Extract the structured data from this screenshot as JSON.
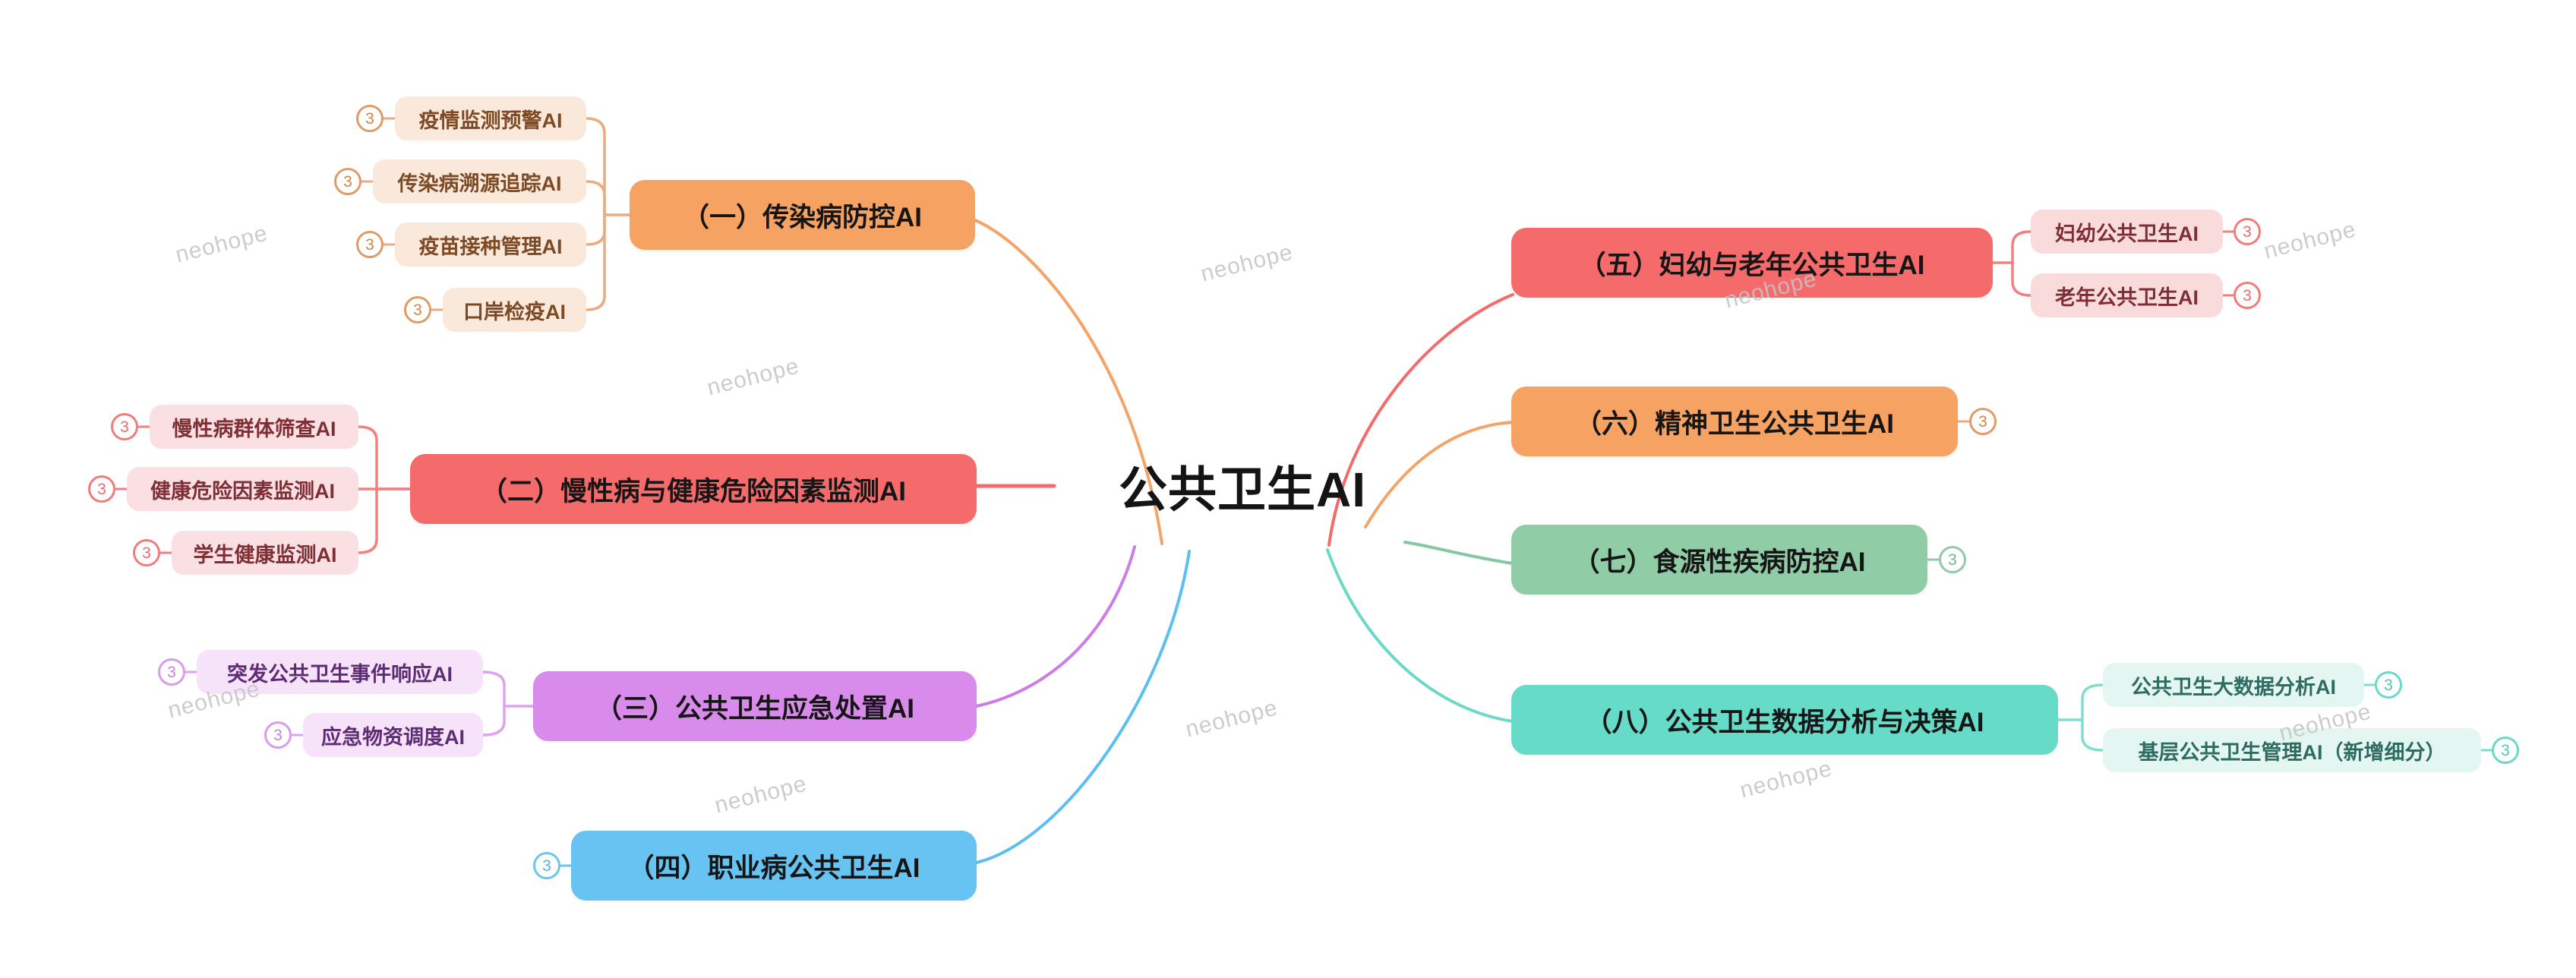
{
  "watermark_text": "neohope",
  "center": {
    "title": "公共卫生AI"
  },
  "accent_colors": {
    "orange": "#F6A263",
    "red": "#F56A6A",
    "purple": "#D98BEC",
    "blue": "#67C3F2",
    "green": "#90CCA6",
    "teal": "#66DBC8"
  },
  "branches": [
    {
      "label": "（一）传染病防控AI",
      "side": "left",
      "color": "#F6A263",
      "badge": null,
      "children": [
        {
          "label": "疫情监测预警AI",
          "badge": "3"
        },
        {
          "label": "传染病溯源追踪AI",
          "badge": "3"
        },
        {
          "label": "疫苗接种管理AI",
          "badge": "3"
        },
        {
          "label": "口岸检疫AI",
          "badge": "3"
        }
      ]
    },
    {
      "label": "（二）慢性病与健康危险因素监测AI",
      "side": "left",
      "color": "#F56A6A",
      "badge": null,
      "children": [
        {
          "label": "慢性病群体筛查AI",
          "badge": "3"
        },
        {
          "label": "健康危险因素监测AI",
          "badge": "3"
        },
        {
          "label": "学生健康监测AI",
          "badge": "3"
        }
      ]
    },
    {
      "label": "（三）公共卫生应急处置AI",
      "side": "left",
      "color": "#D98BEC",
      "badge": null,
      "children": [
        {
          "label": "突发公共卫生事件响应AI",
          "badge": "3"
        },
        {
          "label": "应急物资调度AI",
          "badge": "3"
        }
      ]
    },
    {
      "label": "（四）职业病公共卫生AI",
      "side": "left",
      "color": "#67C3F2",
      "badge": "3",
      "children": []
    },
    {
      "label": "（五）妇幼与老年公共卫生AI",
      "side": "right",
      "color": "#F56A6A",
      "badge": null,
      "children": [
        {
          "label": "妇幼公共卫生AI",
          "badge": "3"
        },
        {
          "label": "老年公共卫生AI",
          "badge": "3"
        }
      ]
    },
    {
      "label": "（六）精神卫生公共卫生AI",
      "side": "right",
      "color": "#F6A263",
      "badge": "3",
      "children": []
    },
    {
      "label": "（七）食源性疾病防控AI",
      "side": "right",
      "color": "#90CCA6",
      "badge": "3",
      "children": []
    },
    {
      "label": "（八）公共卫生数据分析与决策AI",
      "side": "right",
      "color": "#66DBC8",
      "badge": null,
      "children": [
        {
          "label": "公共卫生大数据分析AI",
          "badge": "3"
        },
        {
          "label": "基层公共卫生管理AI（新增细分）",
          "badge": "3"
        }
      ]
    }
  ]
}
